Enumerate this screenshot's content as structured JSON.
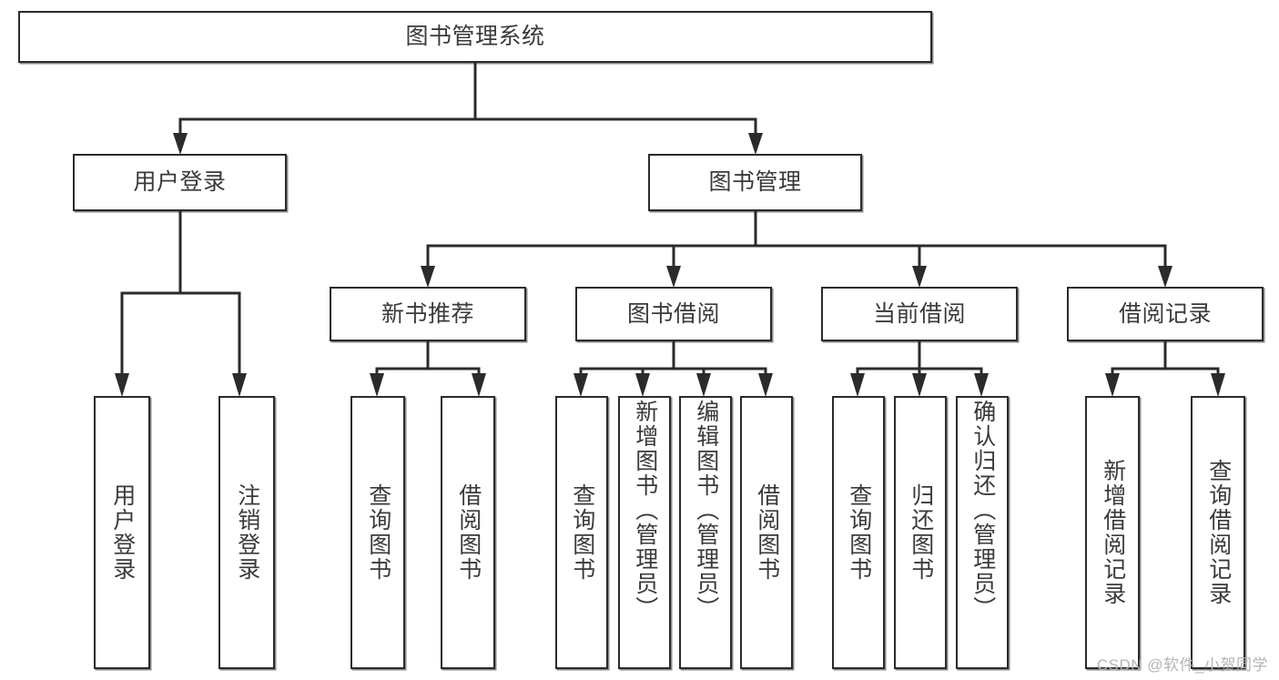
{
  "diagram": {
    "title": "图书管理系统",
    "type": "tree",
    "watermark": "CSDN @软件_小贺同学",
    "colors": {
      "border": "#2b2b2b",
      "text": "#3a3a3a",
      "background": "#ffffff",
      "watermark": "#b4b4b4"
    },
    "levels": {
      "root": {
        "label": "图书管理系统"
      },
      "level2": [
        {
          "label": "用户登录"
        },
        {
          "label": "图书管理"
        }
      ],
      "level3": [
        {
          "label": "新书推荐"
        },
        {
          "label": "图书借阅"
        },
        {
          "label": "当前借阅"
        },
        {
          "label": "借阅记录"
        }
      ],
      "leaves": {
        "user_login": [
          {
            "label": "用户登录"
          },
          {
            "label": "注销登录"
          }
        ],
        "new_book": [
          {
            "label": "查询图书"
          },
          {
            "label": "借阅图书"
          }
        ],
        "borrow_book": [
          {
            "label": "查询图书"
          },
          {
            "label": "新增图书（管理员）"
          },
          {
            "label": "编辑图书（管理员）"
          },
          {
            "label": "借阅图书"
          }
        ],
        "current_borrow": [
          {
            "label": "查询图书"
          },
          {
            "label": "归还图书"
          },
          {
            "label": "确认归还（管理员）"
          }
        ],
        "borrow_record": [
          {
            "label": "新增借阅记录"
          },
          {
            "label": "查询借阅记录"
          }
        ]
      }
    }
  }
}
